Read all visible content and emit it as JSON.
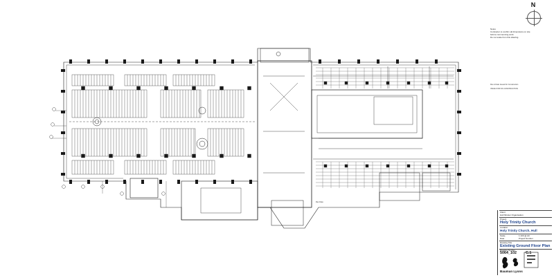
{
  "north": {
    "label": "N"
  },
  "notes": {
    "heading": "Notes",
    "lines": [
      "Contractor to confirm all dimensions on site",
      "before commencing work.",
      "Do not scale from this drawing."
    ]
  },
  "labels": {
    "rev_left": "Rev A  Date  Issued for Construction",
    "status_left": "ISSUE STATUS  CONSTRUCTION",
    "key_left": "Rev  Date"
  },
  "title_block": {
    "client_label": "Client",
    "client_value": "Hull Minster   Organisation",
    "project_label": "Project",
    "project_name": "Holy Trinity Church",
    "location_label": "Location",
    "location_name": "Holy Trinity Church, Hull",
    "scale_label": "Scale",
    "scale_value": "1:100 @ A0",
    "date_label": "Date",
    "date_value": "Project Number",
    "drawing_title_label": "Drawing Title",
    "drawing_title": "Existing Ground Floor Plan",
    "drawing_no_label": "Drawing No   Rev",
    "drawing_number": "5064_102",
    "revision": "C.1",
    "brand": "Bauman Lyons"
  },
  "colors": {
    "line": "#1a1a1a",
    "blue": "#1a3f8a"
  }
}
